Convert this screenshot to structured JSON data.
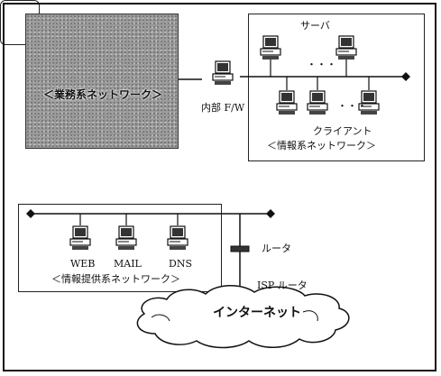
{
  "networks": {
    "business": "＜業務系ネットワーク＞",
    "info": "＜情報系ネットワーク＞",
    "public": "＜情報提供系ネットワーク＞"
  },
  "labels": {
    "server": "サーバ",
    "client": "クライアント",
    "firewall": "内部 F/W",
    "router": "ルータ",
    "isp_router": "ISP ルータ",
    "internet": "インターネット",
    "web": "WEB",
    "mail": "MAIL",
    "dns": "DNS",
    "dots_server": "・・・",
    "dots_client": "・・・"
  }
}
